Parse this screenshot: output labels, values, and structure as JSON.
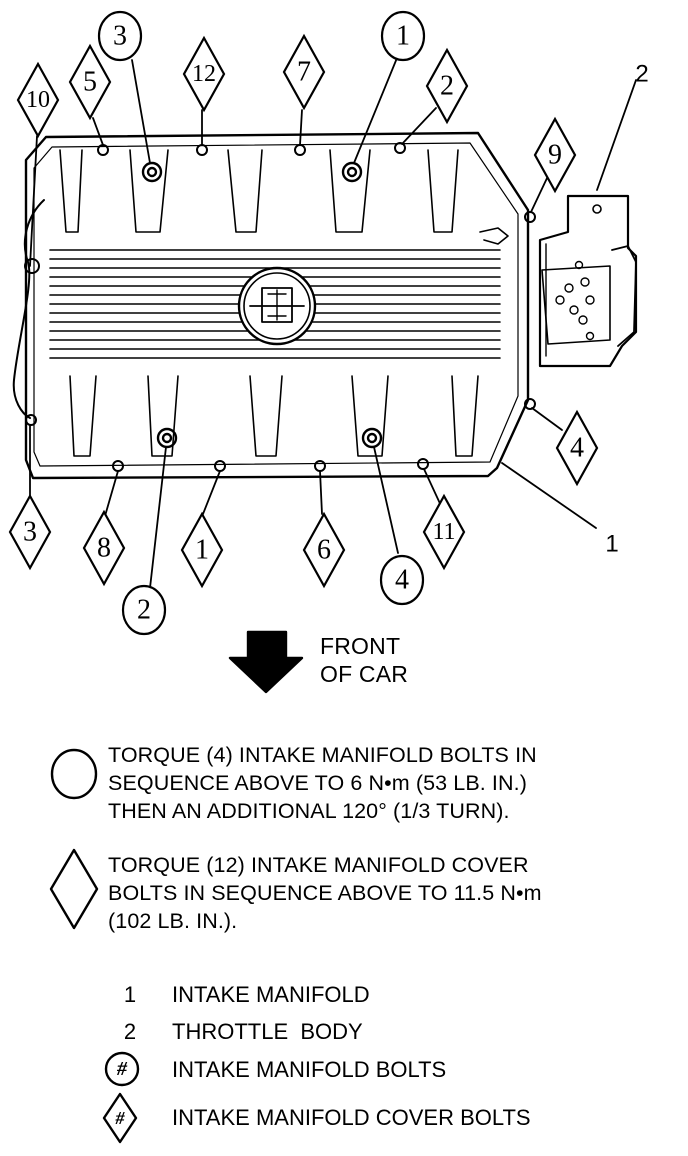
{
  "diagram": {
    "manifold_bolts_top": [
      "3",
      "1"
    ],
    "manifold_bolts_bottom": [
      "2",
      "4"
    ],
    "cover_bolts_top": [
      "10",
      "5",
      "12",
      "7",
      "2"
    ],
    "cover_bolts_right": [
      "9",
      "4"
    ],
    "cover_bolts_bottom": [
      "3",
      "8",
      "1",
      "6",
      "11"
    ],
    "callout_throttle_body": "2",
    "callout_intake_manifold": "1"
  },
  "front_label": [
    "FRONT",
    "OF CAR"
  ],
  "notes": {
    "bolt_torque": [
      "TORQUE (4) INTAKE MANIFOLD BOLTS IN",
      "SEQUENCE ABOVE TO 6 N•m (53 LB. IN.)",
      "THEN AN ADDITIONAL 120° (1/3 TURN)."
    ],
    "cover_torque": [
      "TORQUE (12) INTAKE MANIFOLD COVER",
      "BOLTS IN SEQUENCE ABOVE TO 11.5 N•m",
      "(102 LB. IN.)."
    ]
  },
  "legend": [
    {
      "key": "1",
      "label": "INTAKE MANIFOLD"
    },
    {
      "key": "2",
      "label": "THROTTLE  BODY"
    },
    {
      "key": "#",
      "label": "INTAKE MANIFOLD BOLTS"
    },
    {
      "key": "#",
      "label": "INTAKE MANIFOLD COVER BOLTS"
    }
  ]
}
